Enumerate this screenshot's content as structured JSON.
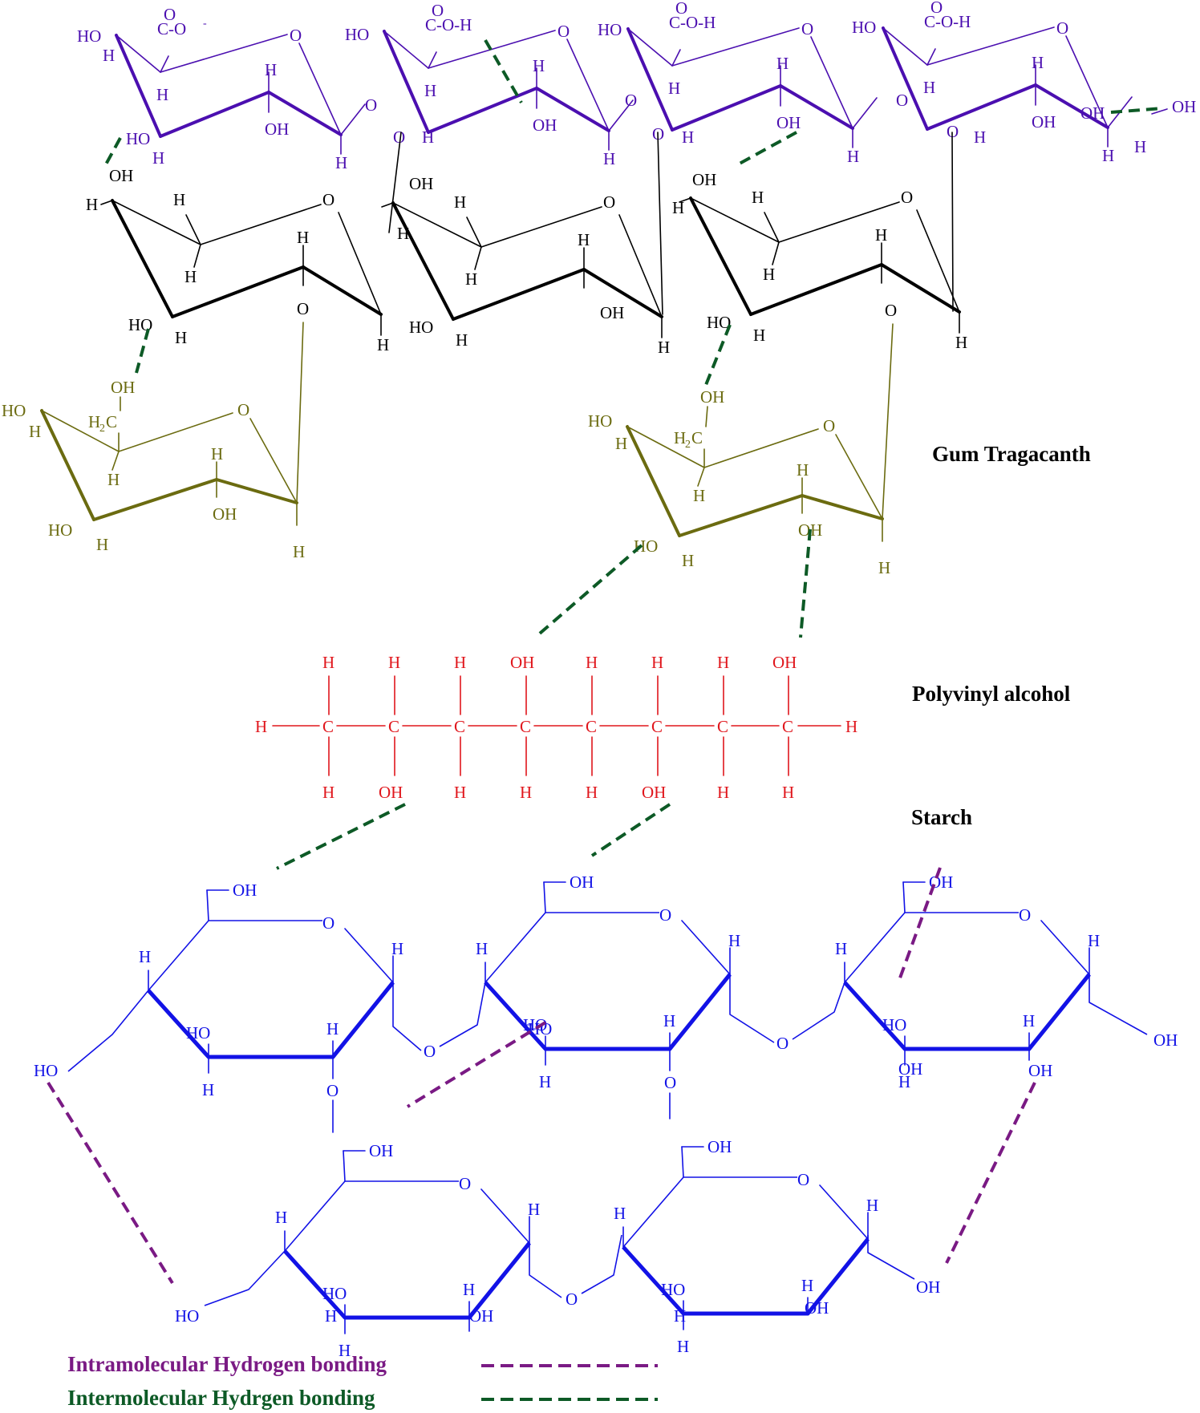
{
  "colors": {
    "gum_acid": "#4b0fb0",
    "gum_backbone": "#000000",
    "gum_side": "#6b6b10",
    "pva": "#e0161c",
    "starch": "#1212e6",
    "intra_bond": "#7a1a84",
    "inter_bond": "#0d5a26"
  },
  "titles": {
    "gum": "Gum Tragacanth",
    "pva": "Polyvinyl alcohol",
    "starch": "Starch"
  },
  "legend": {
    "intra": "Intramolecular Hydrogen bonding",
    "inter": "Intermolecular Hydrgen bonding"
  },
  "atoms": {
    "H": "H",
    "O": "O",
    "OH": "OH",
    "HO": "HO",
    "C": "C",
    "carboxylate": "C-O",
    "carboxyl": "C-O-H",
    "h2c": "H",
    "h2c_sub": "2",
    "h2c_c": "C",
    "minus": "-"
  }
}
